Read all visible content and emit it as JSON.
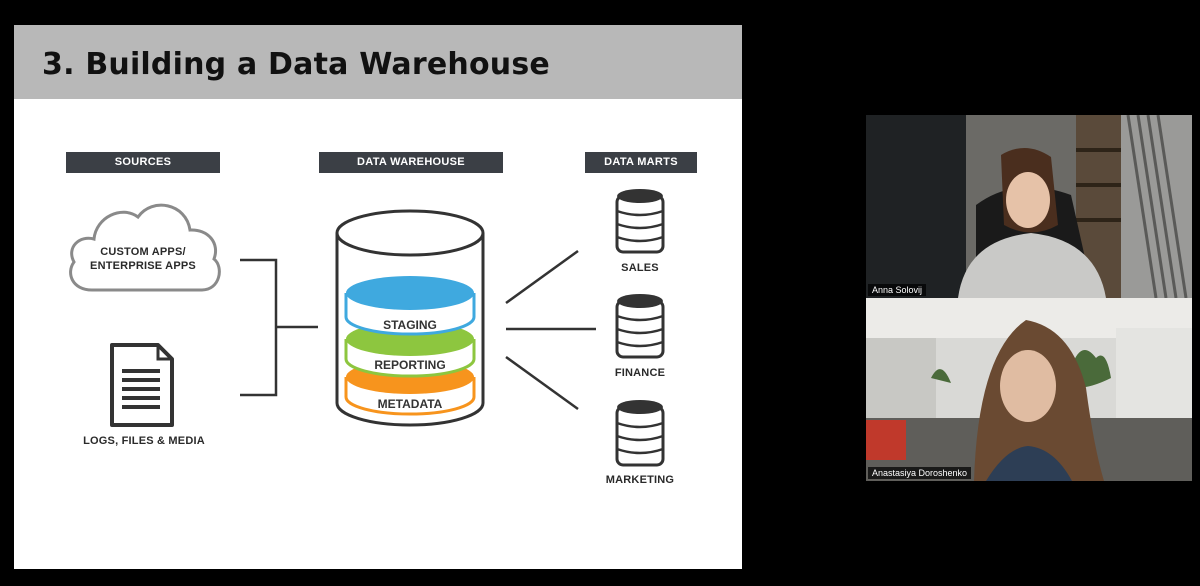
{
  "slide": {
    "title": "3. Building a Data Warehouse",
    "columns": {
      "sources": "SOURCES",
      "warehouse": "DATA WAREHOUSE",
      "marts": "DATA MARTS"
    },
    "sources": {
      "cloud_label_line1": "CUSTOM APPS/",
      "cloud_label_line2": "ENTERPRISE APPS",
      "files_label": "LOGS, FILES & MEDIA"
    },
    "layers": {
      "staging": "STAGING",
      "reporting": "REPORTING",
      "metadata": "METADATA"
    },
    "marts": {
      "sales": "SALES",
      "finance": "FINANCE",
      "marketing": "MARKETING"
    },
    "colors": {
      "header_band": "#b8b8b8",
      "column_header": "#3b3f45",
      "staging": "#3fa9df",
      "reporting": "#8dc63f",
      "metadata": "#f7941d"
    }
  },
  "participants": [
    {
      "name": "Anna Solovij"
    },
    {
      "name": "Anastasiya Doroshenko"
    }
  ]
}
